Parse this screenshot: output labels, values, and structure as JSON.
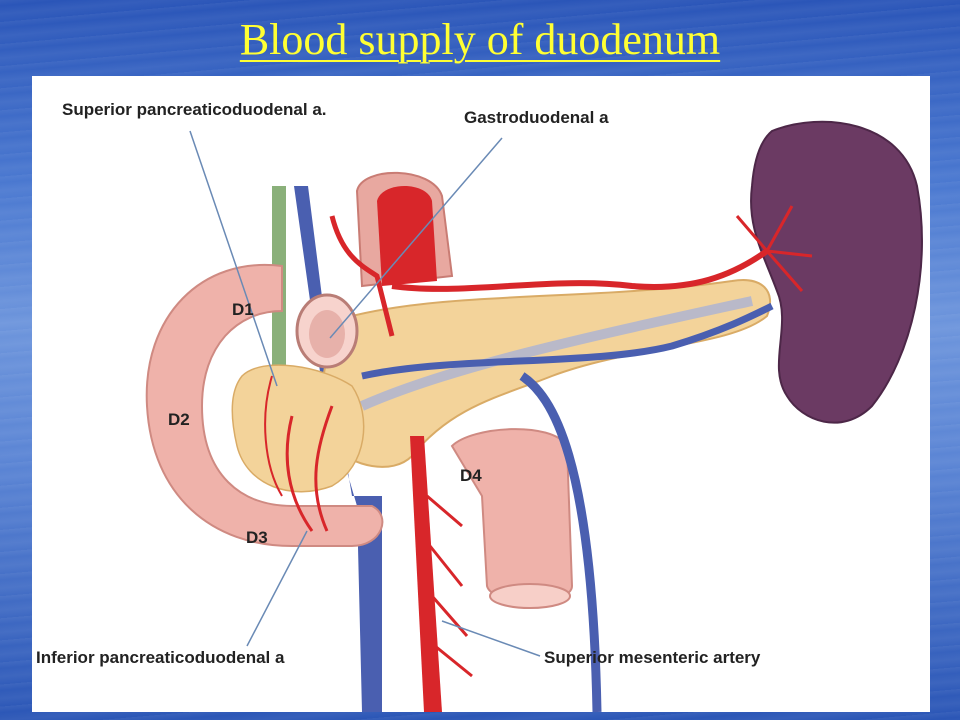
{
  "slide": {
    "title": "Blood supply of duodenum"
  },
  "diagram": {
    "callouts": {
      "superior_pd": "Superior pancreaticoduodenal a.",
      "gastroduodenal": "Gastroduodenal a",
      "inferior_pd": "Inferior pancreaticoduodenal a",
      "sma": "Superior mesenteric artery"
    },
    "segments": {
      "d1": "D1",
      "d2": "D2",
      "d3": "D3",
      "d4": "D4"
    }
  }
}
